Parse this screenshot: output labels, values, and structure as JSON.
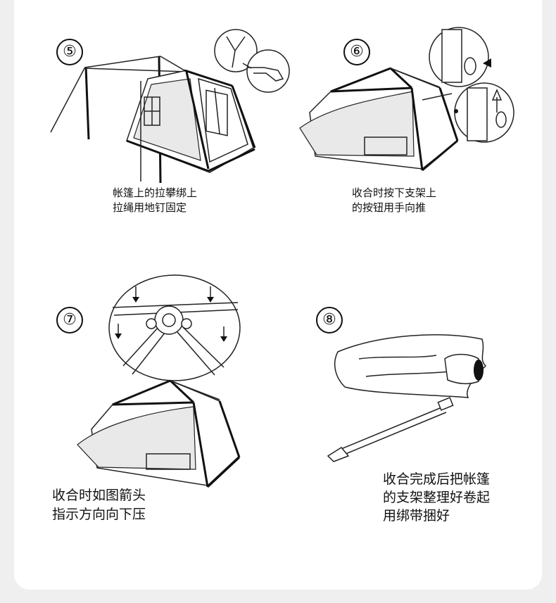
{
  "steps": [
    {
      "number": "⑤",
      "caption_lines": [
        "帐篷上的拉攀绑上",
        "拉绳用地钉固定"
      ]
    },
    {
      "number": "⑥",
      "caption_lines": [
        "收合时按下支架上",
        "的按钮用手向推"
      ]
    },
    {
      "number": "⑦",
      "caption_lines": [
        "收合时如图箭头",
        "指示方向向下压"
      ]
    },
    {
      "number": "⑧",
      "caption_lines": [
        "收合完成后把帐篷",
        "的支架整理好卷起",
        "用绑带捆好"
      ]
    }
  ]
}
